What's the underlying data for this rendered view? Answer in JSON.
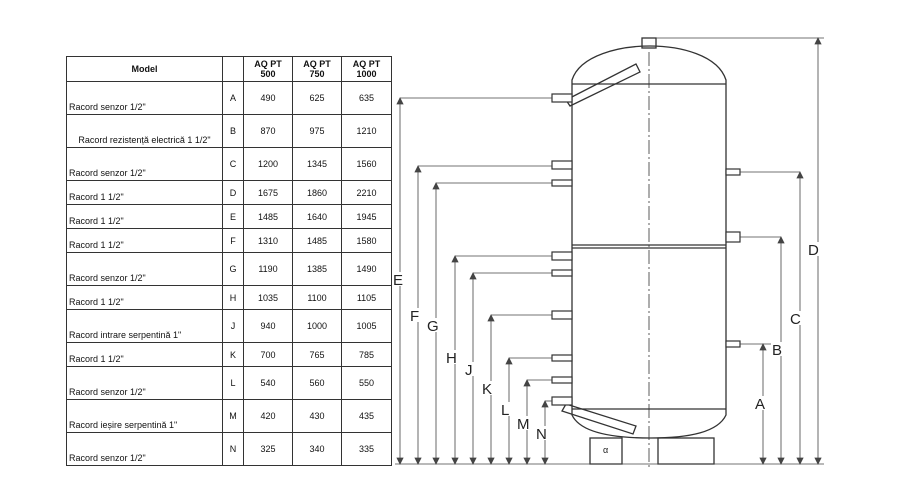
{
  "table": {
    "header": {
      "model": "Model",
      "col_500": "AQ PT\n500",
      "col_750": "AQ PT\n750",
      "col_1000": "AQ PT\n1000"
    },
    "rows": [
      {
        "desc": "Racord senzor 1/2\"",
        "letter": "A",
        "v500": "490",
        "v750": "625",
        "v1000": "635"
      },
      {
        "desc": "Racord rezistență electrică 1 1/2\"",
        "letter": "B",
        "v500": "870",
        "v750": "975",
        "v1000": "1210"
      },
      {
        "desc": "Racord senzor 1/2\"",
        "letter": "C",
        "v500": "1200",
        "v750": "1345",
        "v1000": "1560"
      },
      {
        "desc": "Racord 1 1/2\"",
        "letter": "D",
        "v500": "1675",
        "v750": "1860",
        "v1000": "2210"
      },
      {
        "desc": "Racord 1 1/2\"",
        "letter": "E",
        "v500": "1485",
        "v750": "1640",
        "v1000": "1945"
      },
      {
        "desc": "Racord 1 1/2\"",
        "letter": "F",
        "v500": "1310",
        "v750": "1485",
        "v1000": "1580"
      },
      {
        "desc": "Racord senzor 1/2\"",
        "letter": "G",
        "v500": "1190",
        "v750": "1385",
        "v1000": "1490"
      },
      {
        "desc": "Racord 1 1/2\"",
        "letter": "H",
        "v500": "1035",
        "v750": "1100",
        "v1000": "1105"
      },
      {
        "desc": "Racord intrare serpentină 1\"",
        "letter": "J",
        "v500": "940",
        "v750": "1000",
        "v1000": "1005"
      },
      {
        "desc": "Racord 1 1/2\"",
        "letter": "K",
        "v500": "700",
        "v750": "765",
        "v1000": "785"
      },
      {
        "desc": "Racord senzor 1/2\"",
        "letter": "L",
        "v500": "540",
        "v750": "560",
        "v1000": "550"
      },
      {
        "desc": "Racord ieșire serpentină 1\"",
        "letter": "M",
        "v500": "420",
        "v750": "430",
        "v1000": "435"
      },
      {
        "desc": "Racord senzor 1/2\"",
        "letter": "N",
        "v500": "325",
        "v750": "340",
        "v1000": "335"
      }
    ]
  },
  "drawing": {
    "dimension_letters": {
      "left": [
        "E",
        "F",
        "G",
        "H",
        "J",
        "K",
        "L",
        "M",
        "N"
      ],
      "right": [
        "A",
        "B",
        "C",
        "D"
      ]
    },
    "base_mark": "α"
  }
}
